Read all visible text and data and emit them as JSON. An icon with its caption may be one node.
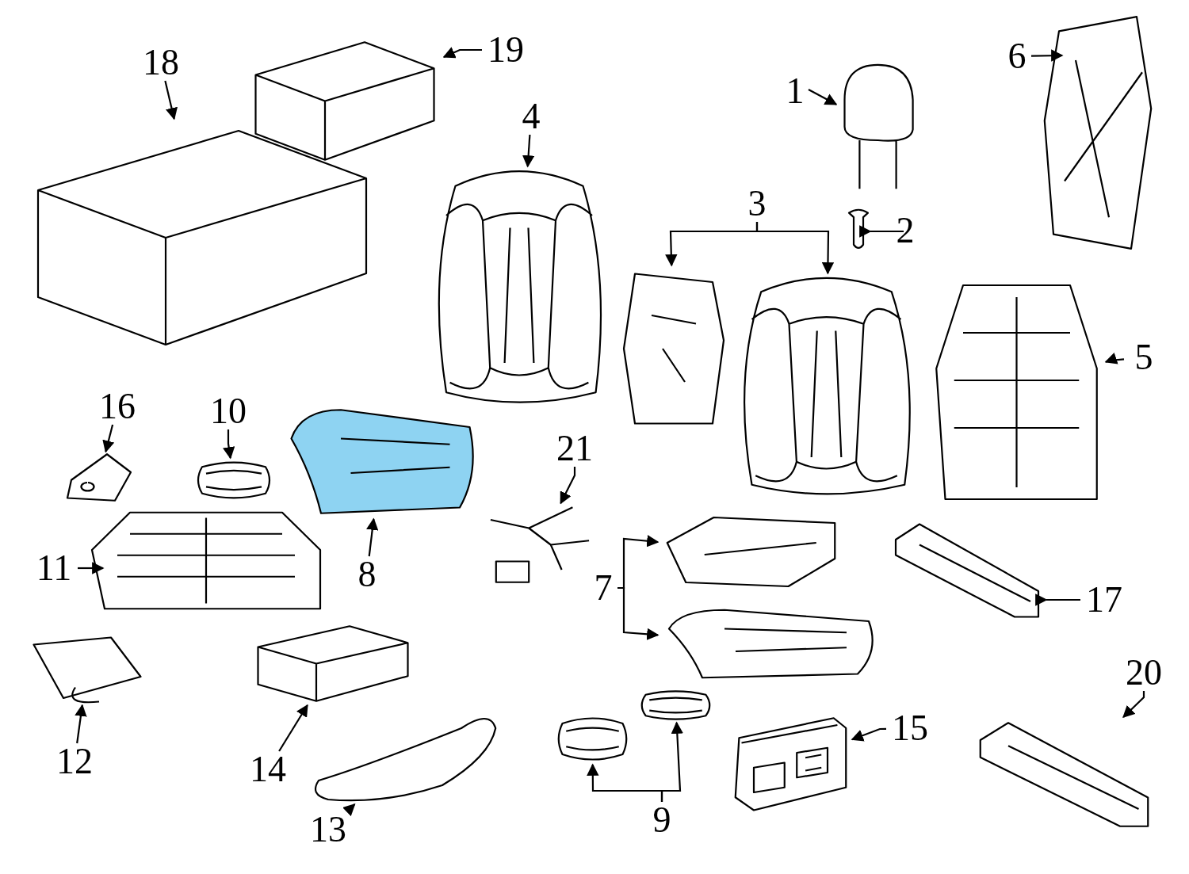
{
  "diagram": {
    "nodes": [
      {
        "text": [
          "1"
        ]
      },
      {
        "text": [],
        "shape": "picture"
      },
      {
        "text": [
          "2"
        ]
      },
      {
        "text": [],
        "shape": "picture"
      },
      {
        "text": [
          "3"
        ]
      },
      {
        "text": [],
        "shape": "picture"
      },
      {
        "text": [],
        "shape": "picture"
      },
      {
        "text": [
          "4"
        ]
      },
      {
        "text": [],
        "shape": "picture"
      },
      {
        "text": [
          "5"
        ]
      },
      {
        "text": [],
        "shape": "picture"
      },
      {
        "text": [
          "6"
        ]
      },
      {
        "text": [],
        "shape": "picture"
      },
      {
        "text": [
          "7"
        ]
      },
      {
        "text": [],
        "shape": "picture"
      },
      {
        "text": [],
        "shape": "picture"
      },
      {
        "text": [
          "8"
        ]
      },
      {
        "text": [],
        "shape": "picture"
      },
      {
        "text": [
          "9"
        ]
      },
      {
        "text": [],
        "shape": "picture"
      },
      {
        "text": [],
        "shape": "picture"
      },
      {
        "text": [
          "10"
        ]
      },
      {
        "text": [],
        "shape": "picture"
      },
      {
        "text": [
          "11"
        ]
      },
      {
        "text": [],
        "shape": "picture"
      },
      {
        "text": [
          "12"
        ]
      },
      {
        "text": [],
        "shape": "picture"
      },
      {
        "text": [
          "13"
        ]
      },
      {
        "text": [],
        "shape": "picture"
      },
      {
        "text": [
          "14"
        ]
      },
      {
        "text": [],
        "shape": "picture"
      },
      {
        "text": [
          "15"
        ]
      },
      {
        "text": [],
        "shape": "picture"
      },
      {
        "text": [
          "16"
        ]
      },
      {
        "text": [],
        "shape": "picture"
      },
      {
        "text": [
          "17"
        ]
      },
      {
        "text": [],
        "shape": "picture"
      },
      {
        "text": [
          "18"
        ]
      },
      {
        "text": [],
        "shape": "picture"
      },
      {
        "text": [
          "19"
        ]
      },
      {
        "text": [],
        "shape": "picture"
      },
      {
        "text": [
          "20"
        ]
      },
      {
        "text": [],
        "shape": "picture"
      },
      {
        "text": [
          "21"
        ]
      },
      {
        "text": [],
        "shape": "picture"
      }
    ],
    "edges": [
      {
        "from": 0,
        "to": 1,
        "arrow": "to"
      },
      {
        "from": 2,
        "to": 3,
        "arrow": "to"
      },
      {
        "from": 4,
        "to": 5,
        "arrow": "to"
      },
      {
        "from": 4,
        "to": 6,
        "arrow": "to"
      },
      {
        "from": 7,
        "to": 8,
        "arrow": "to"
      },
      {
        "from": 9,
        "to": 10,
        "arrow": "to"
      },
      {
        "from": 11,
        "to": 12,
        "arrow": "to"
      },
      {
        "from": 13,
        "to": 14,
        "arrow": "to"
      },
      {
        "from": 13,
        "to": 15,
        "arrow": "to"
      },
      {
        "from": 16,
        "to": 17,
        "arrow": "to"
      },
      {
        "from": 18,
        "to": 19,
        "arrow": "to"
      },
      {
        "from": 18,
        "to": 20,
        "arrow": "to"
      },
      {
        "from": 21,
        "to": 22,
        "arrow": "to"
      },
      {
        "from": 23,
        "to": 24,
        "arrow": "to"
      },
      {
        "from": 25,
        "to": 26,
        "arrow": "to"
      },
      {
        "from": 27,
        "to": 28,
        "arrow": "to"
      },
      {
        "from": 29,
        "to": 30,
        "arrow": "to"
      },
      {
        "from": 31,
        "to": 32,
        "arrow": "to"
      },
      {
        "from": 33,
        "to": 34,
        "arrow": "to"
      },
      {
        "from": 35,
        "to": 36,
        "arrow": "to"
      },
      {
        "from": 37,
        "to": 38,
        "arrow": "to"
      },
      {
        "from": 39,
        "to": 40,
        "arrow": "to"
      },
      {
        "from": 41,
        "to": 42,
        "arrow": "to"
      },
      {
        "from": 43,
        "to": 44,
        "arrow": "to"
      }
    ]
  }
}
